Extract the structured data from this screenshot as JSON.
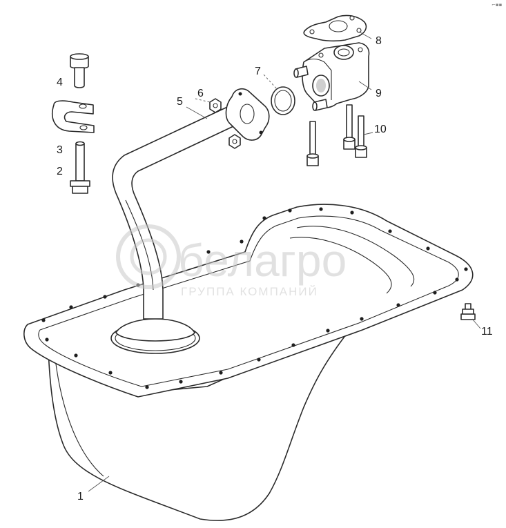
{
  "watermark": {
    "brand": "белагро",
    "tagline": "ГРУППА КОМПАНИЙ"
  },
  "corner_mark": "⌐▪▪",
  "callouts": [
    {
      "id": "1",
      "label": "1"
    },
    {
      "id": "2",
      "label": "2"
    },
    {
      "id": "3",
      "label": "3"
    },
    {
      "id": "4",
      "label": "4"
    },
    {
      "id": "5",
      "label": "5"
    },
    {
      "id": "6",
      "label": "6"
    },
    {
      "id": "7",
      "label": "7"
    },
    {
      "id": "8",
      "label": "8"
    },
    {
      "id": "9",
      "label": "9"
    },
    {
      "id": "10",
      "label": "10"
    },
    {
      "id": "11",
      "label": "11"
    }
  ]
}
